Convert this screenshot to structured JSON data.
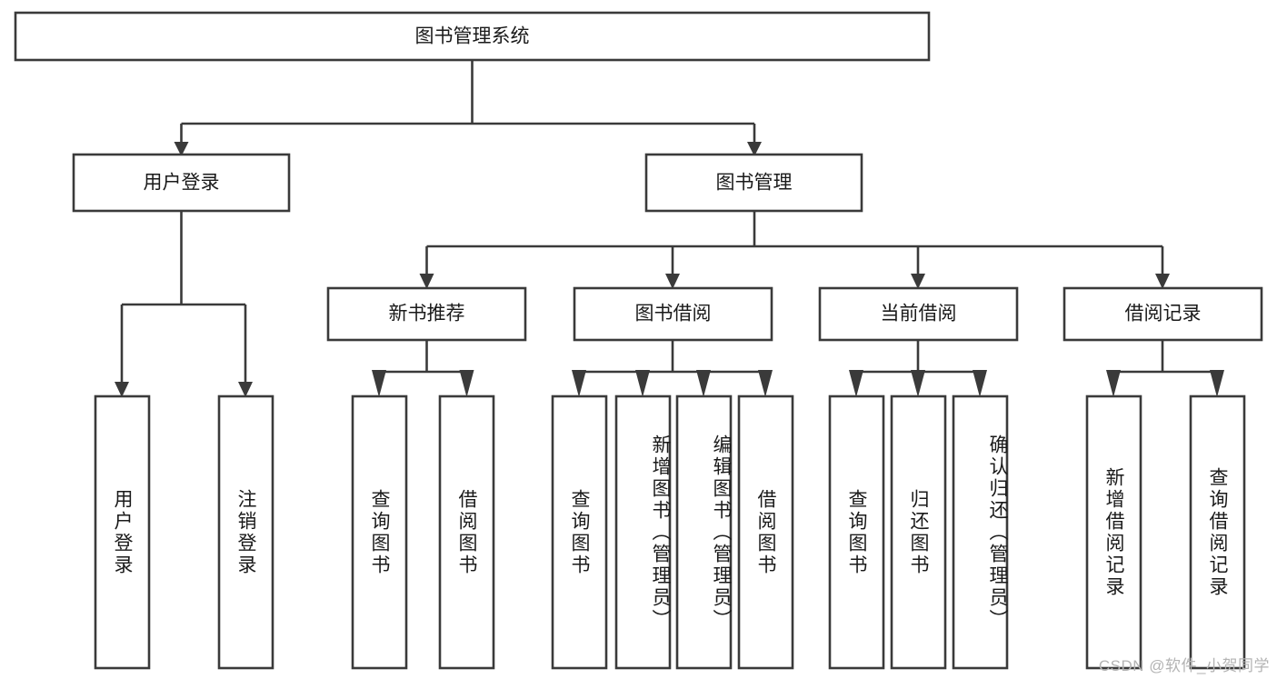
{
  "diagram": {
    "type": "tree-hierarchy",
    "title": "图书管理系统",
    "watermark": "CSDN @软件_小贺同学",
    "colors": {
      "box_stroke": "#3a3a3a",
      "box_fill": "#ffffff",
      "text": "#1a1a1a",
      "watermark": "#b4b4b4",
      "background": "#ffffff"
    },
    "levels": {
      "root": {
        "label": "图书管理系统"
      },
      "level2": [
        {
          "label": "用户登录"
        },
        {
          "label": "图书管理"
        }
      ],
      "level3": [
        {
          "label": "新书推荐",
          "parent": "图书管理"
        },
        {
          "label": "图书借阅",
          "parent": "图书管理"
        },
        {
          "label": "当前借阅",
          "parent": "图书管理"
        },
        {
          "label": "借阅记录",
          "parent": "图书管理"
        }
      ],
      "leaves": [
        {
          "label": "用户登录",
          "parent": "用户登录"
        },
        {
          "label": "注销登录",
          "parent": "用户登录"
        },
        {
          "label": "查询图书",
          "parent": "新书推荐"
        },
        {
          "label": "借阅图书",
          "parent": "新书推荐"
        },
        {
          "label": "查询图书",
          "parent": "图书借阅"
        },
        {
          "label": "新增图书（管理员）",
          "parent": "图书借阅"
        },
        {
          "label": "编辑图书（管理员）",
          "parent": "图书借阅"
        },
        {
          "label": "借阅图书",
          "parent": "图书借阅"
        },
        {
          "label": "查询图书",
          "parent": "当前借阅"
        },
        {
          "label": "归还图书",
          "parent": "当前借阅"
        },
        {
          "label": "确认归还（管理员）",
          "parent": "当前借阅"
        },
        {
          "label": "新增借阅记录",
          "parent": "借阅记录"
        },
        {
          "label": "查询借阅记录",
          "parent": "借阅记录"
        }
      ]
    }
  }
}
